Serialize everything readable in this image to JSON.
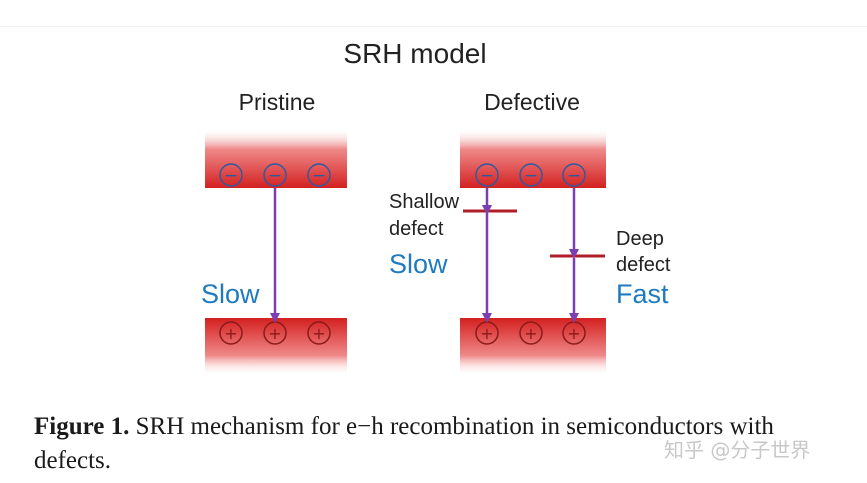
{
  "diagram": {
    "title": "SRH model",
    "panels": {
      "pristine": {
        "heading": "Pristine",
        "speed_label": "Slow"
      },
      "defective": {
        "heading": "Defective",
        "shallow_label_1": "Shallow",
        "shallow_label_2": "defect",
        "shallow_speed": "Slow",
        "deep_label_1": "Deep",
        "deep_label_2": "defect",
        "deep_speed": "Fast"
      }
    },
    "electron_symbol": "−",
    "hole_symbol": "+",
    "colors": {
      "band_red": "#d42020",
      "arrow_purple": "#7b3fb0",
      "defect_level": "#b01e28",
      "speed_text": "#1f7ac0",
      "carrier_circle": "#2e5aa0"
    }
  },
  "caption": {
    "label": "Figure 1.",
    "text": " SRH mechanism for e−h recombination in semiconductors with defects."
  },
  "watermark": "知乎 @分子世界"
}
